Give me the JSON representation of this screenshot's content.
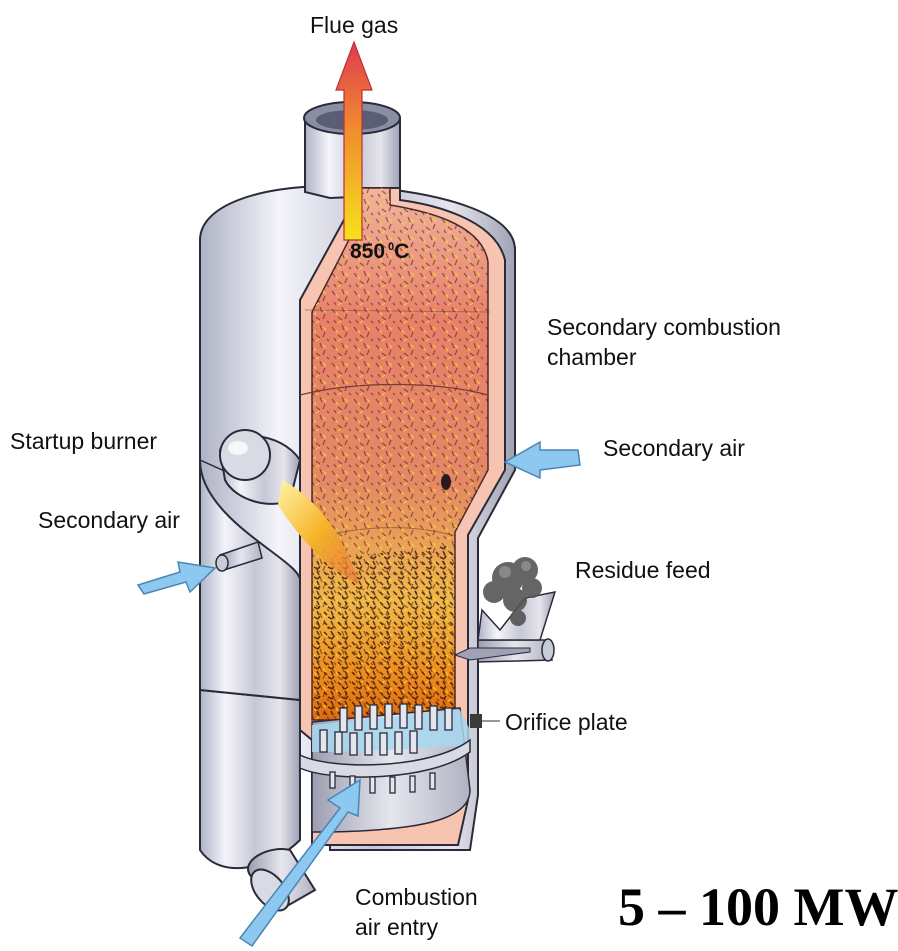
{
  "labels": {
    "flue_gas": "Flue gas",
    "temperature_value": "850",
    "temperature_sup": "0",
    "temperature_unit": "C",
    "secondary_chamber_line1": "Secondary combustion",
    "secondary_chamber_line2": "chamber",
    "startup_burner": "Startup burner",
    "secondary_air_right": "Secondary air",
    "secondary_air_left": "Secondary air",
    "residue_feed": "Residue feed",
    "orifice_plate": "Orifice plate",
    "combustion_air_line1": "Combustion",
    "combustion_air_line2": "air entry",
    "capacity": "5 – 100 MW"
  },
  "colors": {
    "hot_chamber": "#e8826a",
    "bed_orange": "#e89040",
    "steel_shell": "#c8ccd8",
    "air_arrow": "#8cc8f0",
    "flue_arrow": "#e8504a"
  }
}
